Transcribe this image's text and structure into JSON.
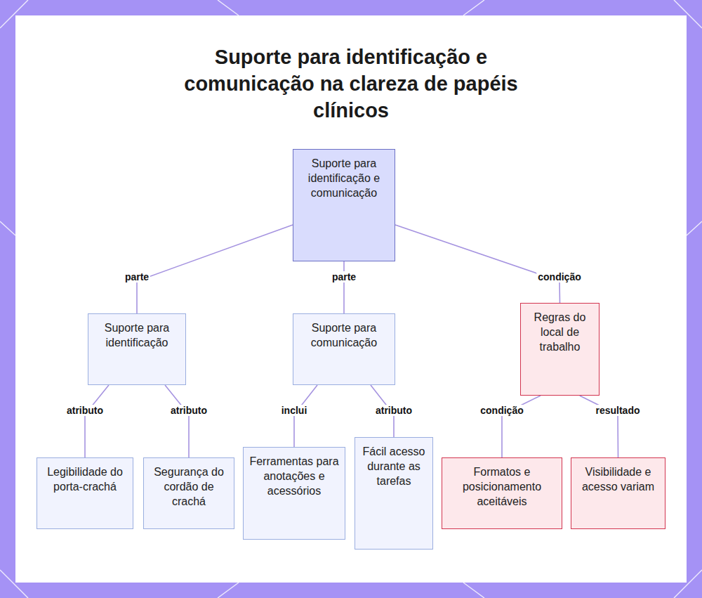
{
  "diagram": {
    "title": "Suporte para identificação e comunicação na clareza de papéis clínicos",
    "nodes": [
      {
        "text": [
          "Suporte para identificação e comunicação"
        ]
      },
      {
        "text": [
          "Suporte para identificação"
        ]
      },
      {
        "text": [
          "Suporte para comunicação"
        ]
      },
      {
        "text": [
          "Regras do local de trabalho"
        ]
      },
      {
        "text": [
          "Legibilidade do porta-crachá"
        ]
      },
      {
        "text": [
          "Segurança do cordão de crachá"
        ]
      },
      {
        "text": [
          "Ferramentas para anotações e acessórios"
        ]
      },
      {
        "text": [
          "Fácil acesso durante as tarefas"
        ]
      },
      {
        "text": [
          "Formatos e posicionamento aceitáveis"
        ]
      },
      {
        "text": [
          "Visibilidade e acesso variam"
        ]
      }
    ],
    "edges": [
      {
        "from": 0,
        "to": 1,
        "label": "parte",
        "arrow": "none"
      },
      {
        "from": 0,
        "to": 2,
        "label": "parte",
        "arrow": "none"
      },
      {
        "from": 0,
        "to": 3,
        "label": "condição",
        "arrow": "none"
      },
      {
        "from": 1,
        "to": 4,
        "label": "atributo",
        "arrow": "none"
      },
      {
        "from": 1,
        "to": 5,
        "label": "atributo",
        "arrow": "none"
      },
      {
        "from": 2,
        "to": 6,
        "label": "inclui",
        "arrow": "none"
      },
      {
        "from": 2,
        "to": 7,
        "label": "atributo",
        "arrow": "none"
      },
      {
        "from": 3,
        "to": 8,
        "label": "condição",
        "arrow": "none"
      },
      {
        "from": 3,
        "to": 9,
        "label": "resultado",
        "arrow": "none"
      }
    ]
  }
}
